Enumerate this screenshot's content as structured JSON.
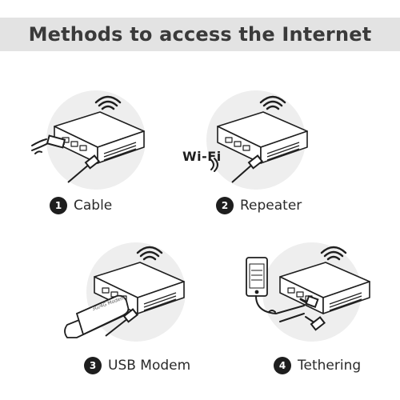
{
  "title": "Methods to access the Internet",
  "wifi_label": "Wi-Fi",
  "modem_label": "3G/4G Modem",
  "methods": [
    {
      "number": "1",
      "label": "Cable",
      "icon": "ethernet-cable-icon"
    },
    {
      "number": "2",
      "label": "Repeater",
      "icon": "wifi-icon"
    },
    {
      "number": "3",
      "label": "USB Modem",
      "icon": "usb-modem-icon"
    },
    {
      "number": "4",
      "label": "Tethering",
      "icon": "smartphone-icon"
    }
  ],
  "colors": {
    "banner": "#e3e3e3",
    "circle": "#eeeeee",
    "ink": "#1e1e1e"
  }
}
